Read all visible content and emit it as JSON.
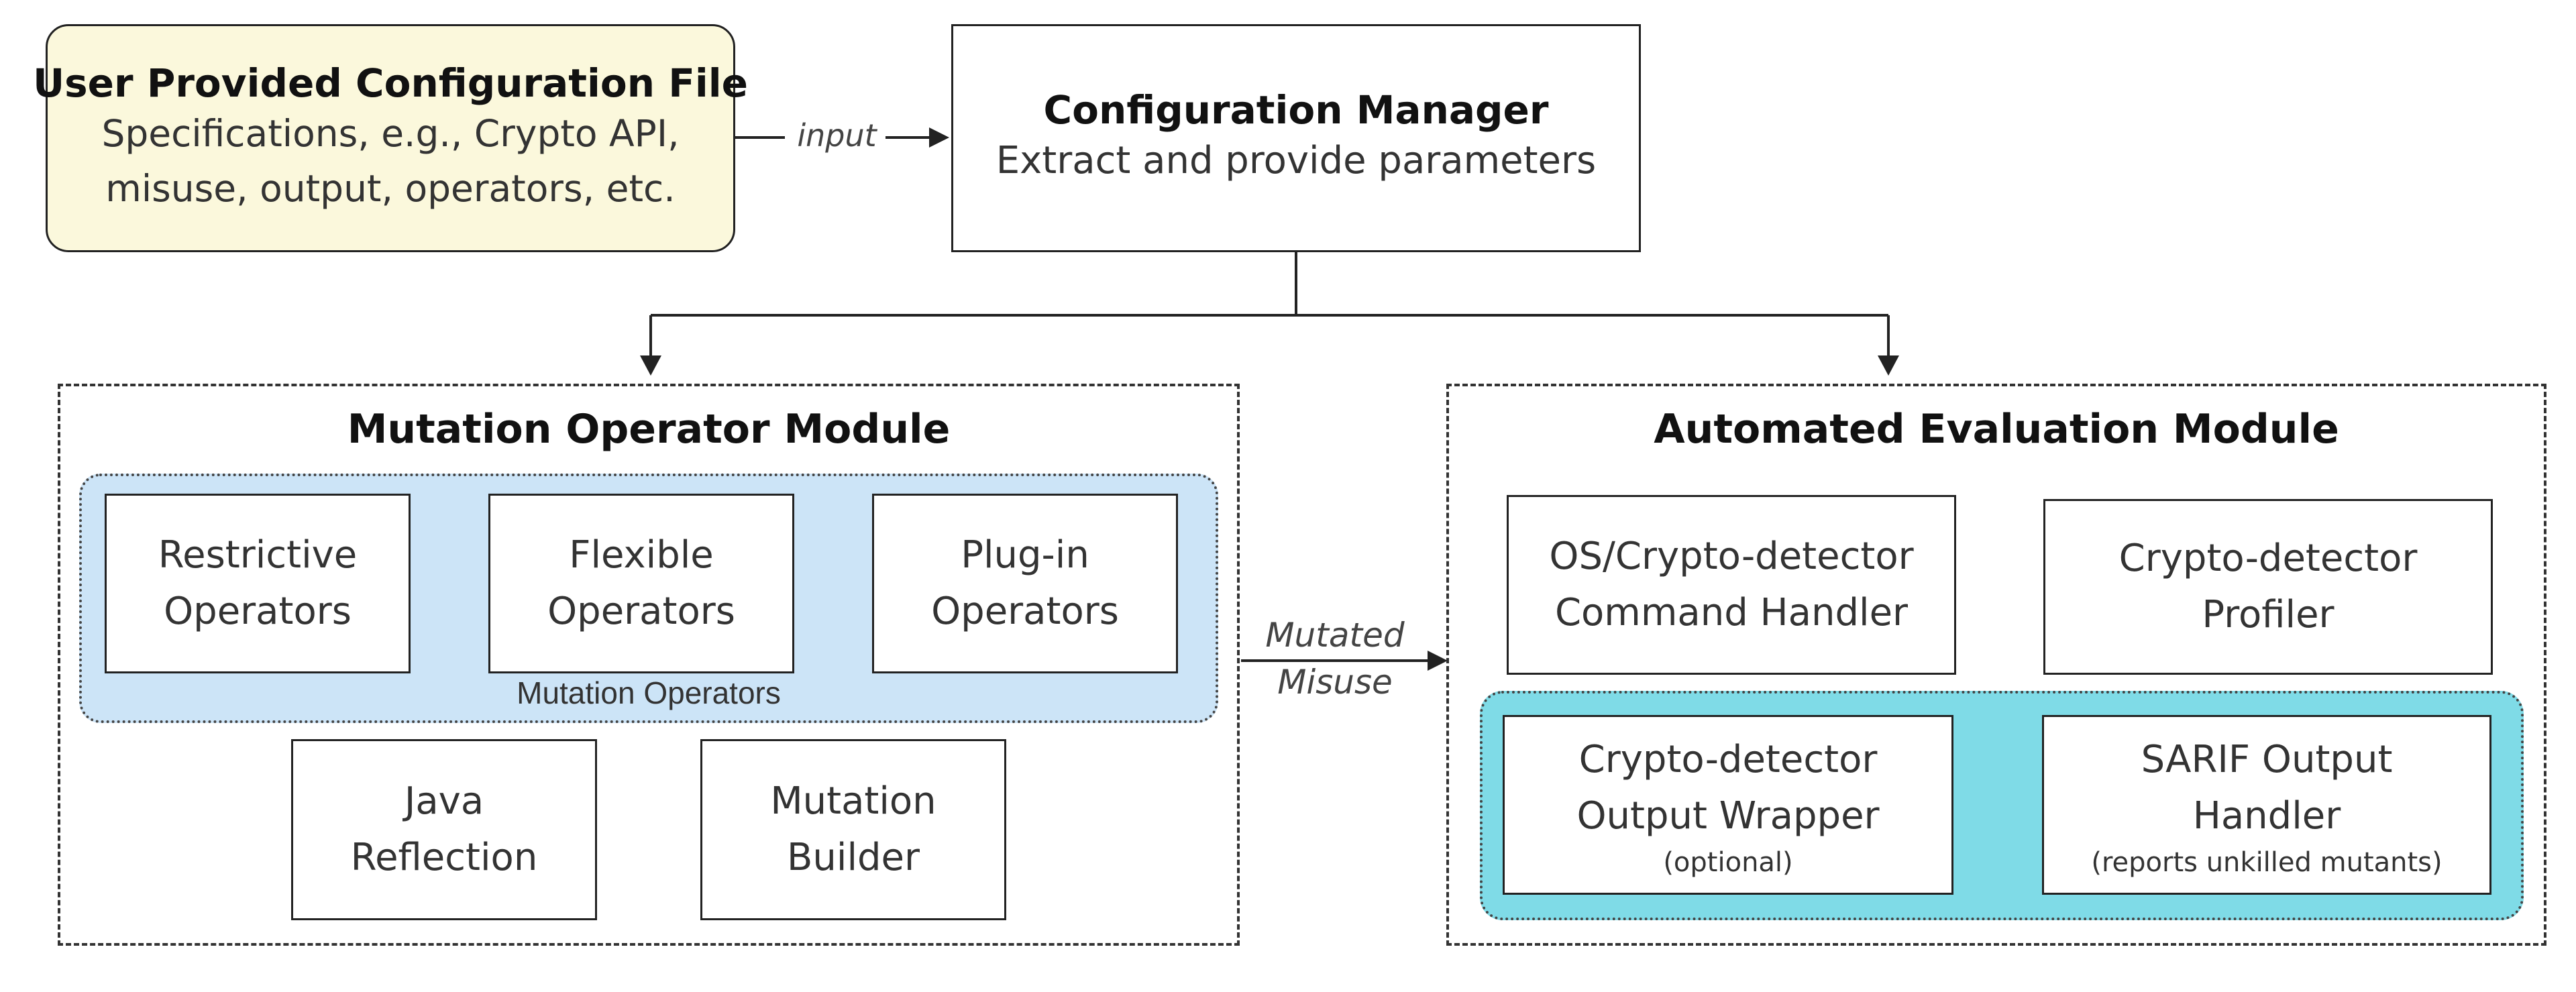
{
  "colors": {
    "config_file_bg": "#fbf8dc",
    "mutation_ops_group_bg": "#cce4f7",
    "output_group_bg": "#7fdbe7",
    "line": "#222222"
  },
  "config_file": {
    "title": "User Provided Configuration File",
    "line1": "Specifications, e.g., Crypto API,",
    "line2": "misuse, output, operators, etc."
  },
  "arrow_input_label": "input",
  "config_manager": {
    "title": "Configuration Manager",
    "subtitle": "Extract and provide parameters"
  },
  "mutation_module": {
    "title": "Mutation Operator Module",
    "group_label": "Mutation Operators",
    "restrictive": [
      "Restrictive",
      "Operators"
    ],
    "flexible": [
      "Flexible",
      "Operators"
    ],
    "plugin": [
      "Plug-in",
      "Operators"
    ],
    "java_reflection": [
      "Java",
      "Reflection"
    ],
    "mutation_builder": [
      "Mutation",
      "Builder"
    ]
  },
  "arrow_mutated_label": [
    "Mutated",
    "Misuse"
  ],
  "evaluation_module": {
    "title": "Automated Evaluation Module",
    "command_handler": [
      "OS/Crypto-detector",
      "Command Handler"
    ],
    "profiler": [
      "Crypto-detector",
      "Profiler"
    ],
    "output_wrapper": [
      "Crypto-detector",
      "Output Wrapper"
    ],
    "output_wrapper_note": "(optional)",
    "sarif_handler": [
      "SARIF Output",
      "Handler"
    ],
    "sarif_handler_note": "(reports unkilled mutants)"
  }
}
